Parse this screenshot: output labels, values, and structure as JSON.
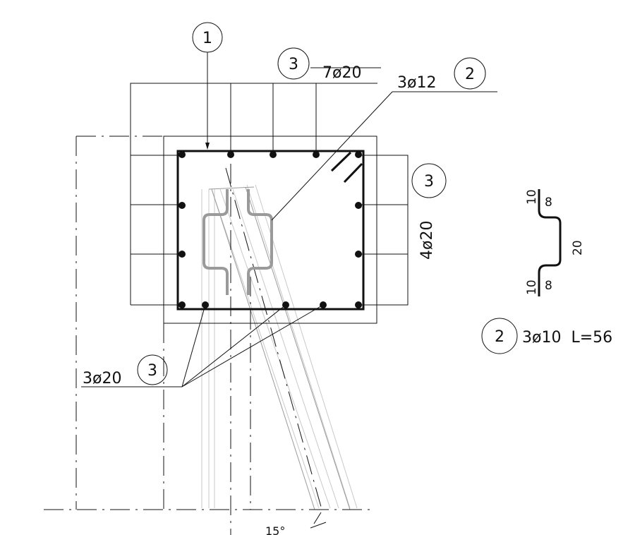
{
  "drawing": {
    "marks": {
      "m1": "1",
      "m2_top": "2",
      "m3_top": "3",
      "m3_right": "3",
      "m3_bottom": "3",
      "m2_legend": "2"
    },
    "labels": {
      "top_bars": "7ø20",
      "stirrup_bars": "3ø12",
      "side_bars": "4ø20",
      "bottom_bars": "3ø20",
      "legend_spec": "3ø10  L=56",
      "angle": "15°"
    },
    "shape_dims": {
      "top_hook": "10",
      "top_leg": "8",
      "middle": "20",
      "bottom_hook": "10",
      "bottom_leg": "8"
    }
  }
}
